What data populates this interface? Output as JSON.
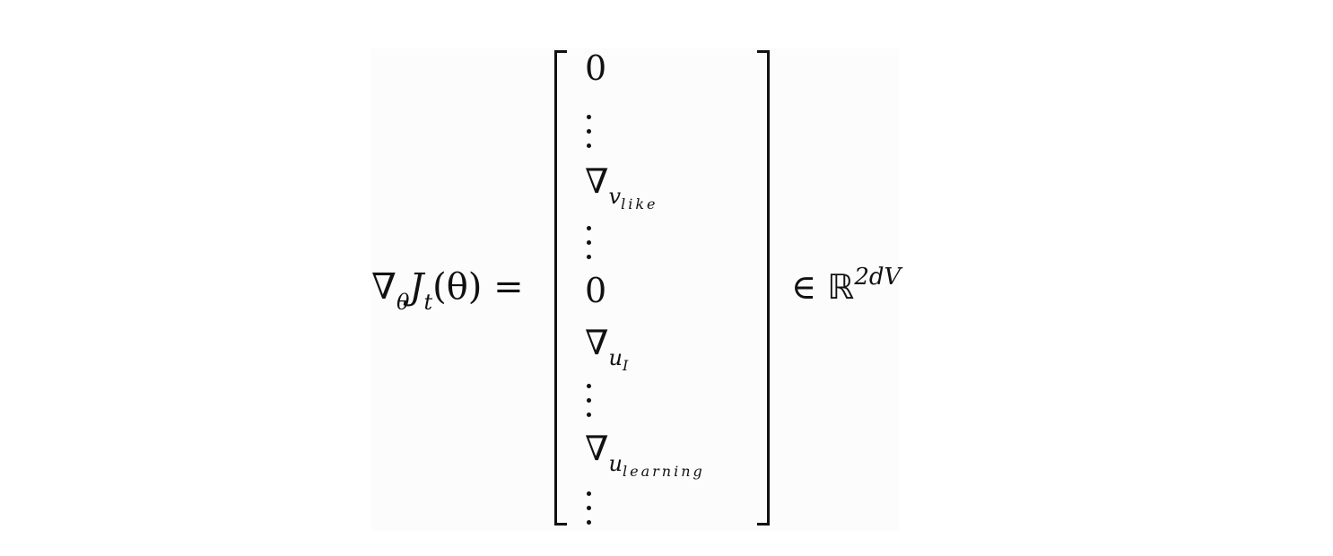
{
  "equation": {
    "lhs": {
      "nabla": "∇",
      "nabla_sub": "θ",
      "func": "J",
      "func_sub": "t",
      "arg": "(θ)",
      "equals": "="
    },
    "vector_entries": [
      {
        "kind": "text",
        "text": "0"
      },
      {
        "kind": "vdots"
      },
      {
        "kind": "grad",
        "nabla": "∇",
        "var": "v",
        "subsub": "like"
      },
      {
        "kind": "vdots"
      },
      {
        "kind": "text",
        "text": "0"
      },
      {
        "kind": "grad",
        "nabla": "∇",
        "var": "u",
        "subsub": "I"
      },
      {
        "kind": "vdots"
      },
      {
        "kind": "grad",
        "nabla": "∇",
        "var": "u",
        "subsub": "learning"
      },
      {
        "kind": "vdots"
      }
    ],
    "rhs": {
      "in": "∈",
      "set": "ℝ",
      "exponent": "2dV"
    }
  }
}
